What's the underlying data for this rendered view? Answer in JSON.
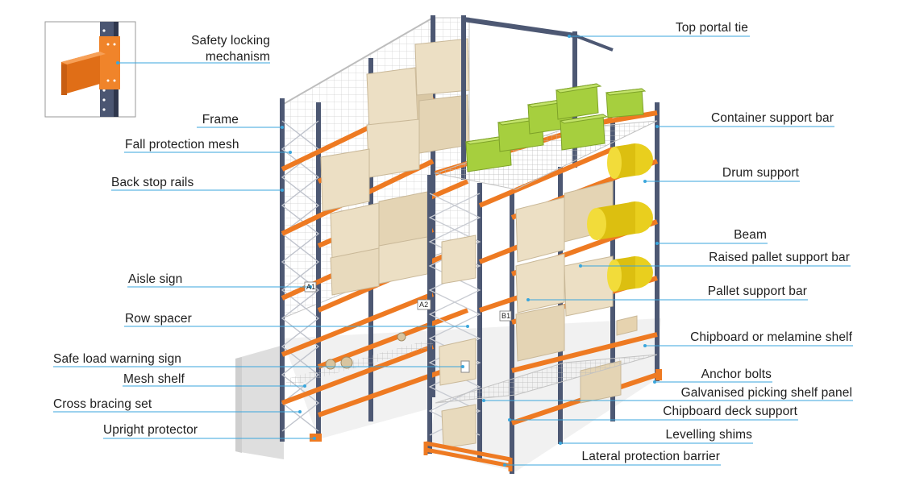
{
  "diagram": {
    "left_labels": {
      "safety_locking_line1": "Safety locking",
      "safety_locking_line2": "mechanism",
      "frame": "Frame",
      "fall_protection_mesh": "Fall protection mesh",
      "back_stop_rails": "Back stop rails",
      "aisle_sign": "Aisle sign",
      "row_spacer": "Row spacer",
      "safe_load_warning_sign": "Safe load warning sign",
      "mesh_shelf": "Mesh shelf",
      "cross_bracing_set": "Cross bracing set",
      "upright_protector": "Upright protector"
    },
    "right_labels": {
      "top_portal_tie": "Top portal tie",
      "container_support_bar": "Container support bar",
      "drum_support": "Drum support",
      "beam": "Beam",
      "raised_pallet_support_bar": "Raised pallet support bar",
      "pallet_support_bar": "Pallet support bar",
      "chipboard_or_melamine_shelf": "Chipboard or melamine shelf",
      "anchor_bolts": "Anchor bolts",
      "galvanised_picking_shelf_panel": "Galvanised picking shelf panel",
      "chipboard_deck_support": "Chipboard deck support",
      "levelling_shims": "Levelling shims",
      "lateral_protection_barrier": "Lateral protection barrier"
    },
    "aisle_markers": {
      "a1": "A1",
      "a2": "A2",
      "b1": "B1"
    }
  },
  "colors": {
    "leader_line": "#3aa6dc",
    "upright": "#4d5873",
    "beam": "#ee7a22",
    "box": "#e8d9bd",
    "container": "#a6cf3e",
    "drum": "#e9cf1e",
    "mesh": "#c8c8c8"
  }
}
